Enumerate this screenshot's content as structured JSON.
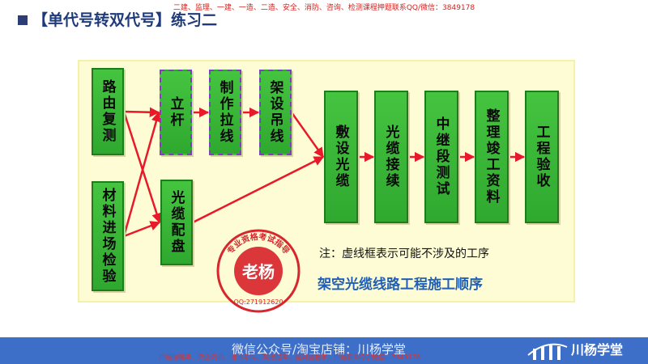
{
  "header": {
    "watermark": "二建、监理、一建、一造、二造、安全、消防、咨询、检测课程押题联系QQ/微信：3849178",
    "title": "【单代号转双代号】练习二"
  },
  "diagram": {
    "boxes": [
      {
        "id": "lubian",
        "label": "路由复测",
        "style": "solid"
      },
      {
        "id": "cailiao",
        "label": "材料进场检验",
        "style": "solid"
      },
      {
        "id": "ligan",
        "label": "立杆",
        "style": "dashed"
      },
      {
        "id": "lazuo",
        "label": "制作拉线",
        "style": "dashed"
      },
      {
        "id": "diaoxian",
        "label": "架设吊线",
        "style": "dashed"
      },
      {
        "id": "guangpei",
        "label": "光缆配盘",
        "style": "solid"
      },
      {
        "id": "fushe",
        "label": "敷设光缆",
        "style": "solid"
      },
      {
        "id": "jiexu",
        "label": "光缆接续",
        "style": "solid"
      },
      {
        "id": "zhongji",
        "label": "中继段测试",
        "style": "solid"
      },
      {
        "id": "ziliao",
        "label": "整理竣工资料",
        "style": "solid"
      },
      {
        "id": "yanshou",
        "label": "工程验收",
        "style": "solid"
      }
    ],
    "edges": [
      [
        "lubian",
        "ligan"
      ],
      [
        "lubian",
        "guangpei"
      ],
      [
        "cailiao",
        "ligan"
      ],
      [
        "cailiao",
        "guangpei"
      ],
      [
        "ligan",
        "lazuo"
      ],
      [
        "lazuo",
        "diaoxian"
      ],
      [
        "diaoxian",
        "fushe"
      ],
      [
        "guangpei",
        "fushe"
      ],
      [
        "fushe",
        "jiexu"
      ],
      [
        "jiexu",
        "zhongji"
      ],
      [
        "zhongji",
        "ziliao"
      ],
      [
        "ziliao",
        "yanshou"
      ]
    ],
    "note": "注：虚线框表示可能不涉及的工序",
    "caption": "架空光缆线路工程施工顺序",
    "colors": {
      "box_fill": "#3cb83a",
      "dashed_border": "#7b3fbf",
      "arrow": "#e8192a",
      "panel": "#fdfcd4"
    }
  },
  "stamp": {
    "arc_text": "专业资格考试指导",
    "name": "老杨",
    "qq": "QQ:271912620"
  },
  "footer": {
    "center_text": "微信公众号/淘宝店铺：川杨学堂",
    "watermark": "押题授精华、央企内训、培训考试、高通过率、面对面教学、押题联系QQ/微信：3849178",
    "brand": "川杨学堂",
    "bar_color": "#3d6fc9"
  }
}
